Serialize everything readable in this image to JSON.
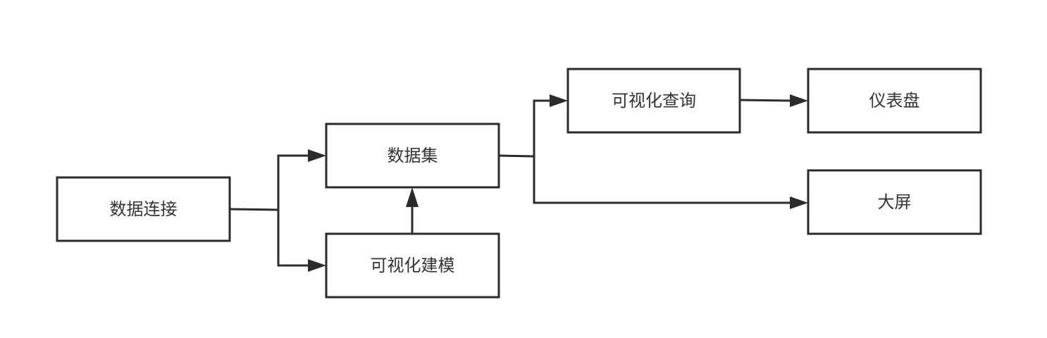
{
  "diagram": {
    "nodes": [
      {
        "id": "data_connect",
        "label": "数据连接"
      },
      {
        "id": "dataset",
        "label": "数据集"
      },
      {
        "id": "visual_modeling",
        "label": "可视化建模"
      },
      {
        "id": "visual_query",
        "label": "可视化查询"
      },
      {
        "id": "dashboard",
        "label": "仪表盘"
      },
      {
        "id": "big_screen",
        "label": "大屏"
      }
    ],
    "edges": [
      {
        "from": "data_connect",
        "to": "dataset"
      },
      {
        "from": "data_connect",
        "to": "visual_modeling"
      },
      {
        "from": "visual_modeling",
        "to": "dataset"
      },
      {
        "from": "dataset",
        "to": "visual_query"
      },
      {
        "from": "dataset",
        "to": "big_screen"
      },
      {
        "from": "visual_query",
        "to": "dashboard"
      }
    ]
  }
}
